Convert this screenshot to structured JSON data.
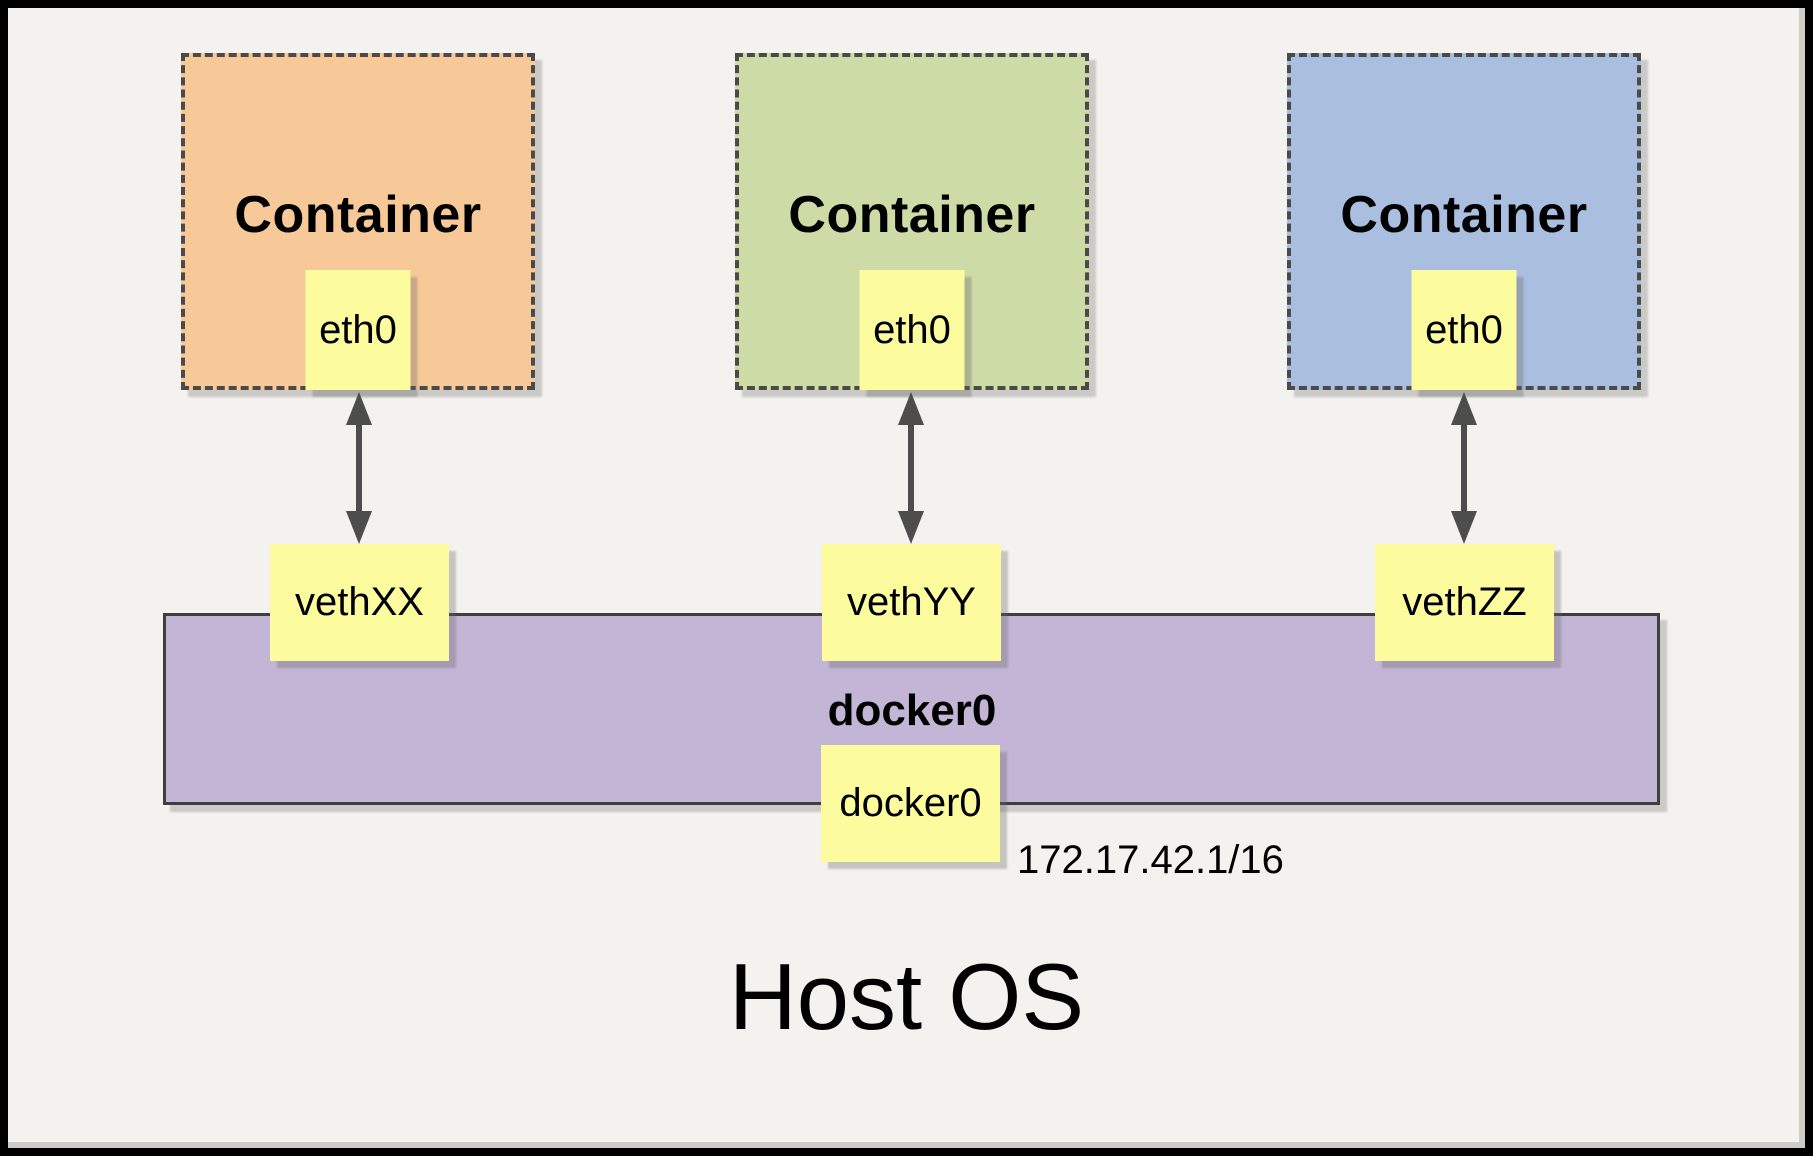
{
  "host_os_label": "Host OS",
  "containers": [
    {
      "title": "Container",
      "interface_label": "eth0",
      "veth_label": "vethXX",
      "fill": "#F8C998"
    },
    {
      "title": "Container",
      "interface_label": "eth0",
      "veth_label": "vethYY",
      "fill": "#CDDBA6"
    },
    {
      "title": "Container",
      "interface_label": "eth0",
      "veth_label": "vethZZ",
      "fill": "#AABFDF"
    }
  ],
  "bridge": {
    "title": "docker0",
    "interface_label": "docker0",
    "ip_address": "172.17.42.1/16",
    "fill": "#C3B5D5"
  },
  "colors": {
    "background": "#F4F2EE",
    "note_yellow": "#FCFC9F",
    "dashed_border_gray": "#4A4A4A",
    "arrow_gray": "#4D4D4D",
    "frame_black": "#000000"
  }
}
